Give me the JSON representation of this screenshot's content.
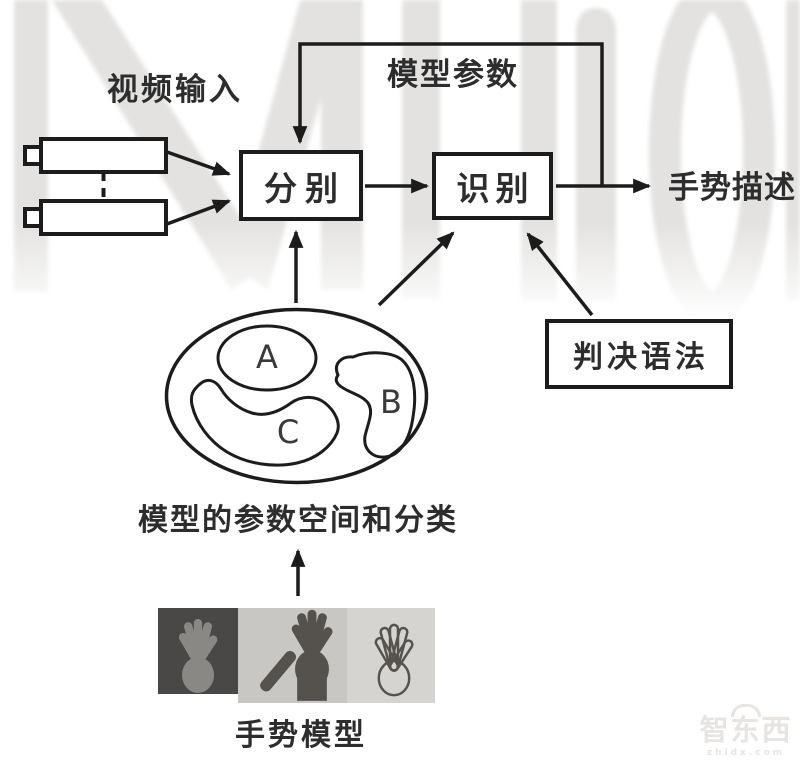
{
  "diagram": {
    "nodes": {
      "video_input": {
        "label": "视频输入",
        "shape": "two-cameras"
      },
      "segmentation": {
        "label": "分别",
        "shape": "rect"
      },
      "recognition": {
        "label": "识别",
        "shape": "rect"
      },
      "gesture_description": {
        "label": "手势描述",
        "shape": "text-terminal"
      },
      "decision_grammar": {
        "label": "判决语法",
        "shape": "rect"
      },
      "parameter_space": {
        "label": "模型的参数空间和分类",
        "shape": "ellipse-with-regions",
        "regions": [
          {
            "label": "A"
          },
          {
            "label": "B"
          },
          {
            "label": "C"
          }
        ]
      },
      "gesture_model": {
        "label": "手势模型",
        "shape": "hand-image-strip"
      }
    },
    "edges": [
      {
        "from": "recognition",
        "to": "segmentation",
        "label": "模型参数",
        "type": "feedback-loop"
      },
      {
        "from": "video_input",
        "to": "segmentation",
        "type": "arrow",
        "note": "camera-1"
      },
      {
        "from": "video_input",
        "to": "segmentation",
        "type": "arrow",
        "note": "camera-2"
      },
      {
        "from": "segmentation",
        "to": "recognition",
        "type": "arrow"
      },
      {
        "from": "recognition",
        "to": "gesture_description",
        "type": "arrow"
      },
      {
        "from": "parameter_space",
        "to": "segmentation",
        "type": "arrow"
      },
      {
        "from": "parameter_space",
        "to": "recognition",
        "type": "arrow"
      },
      {
        "from": "decision_grammar",
        "to": "recognition",
        "type": "arrow"
      },
      {
        "from": "gesture_model",
        "to": "parameter_space",
        "type": "arrow"
      }
    ]
  },
  "watermarks": {
    "background_letters": "MINO",
    "brand": {
      "name": "智东西",
      "domain": "zhidx.com"
    }
  },
  "colors": {
    "line": "#1c1c1c",
    "text": "#2d2d2d",
    "background": "#ffffff",
    "watermark_letters": "#e3e2e0",
    "brand_watermark": "#e7e4e1",
    "hand_strip_dark": "#4a4846",
    "hand_strip_mid": "#c9c7c3",
    "hand_strip_light": "#d6d4d0"
  }
}
